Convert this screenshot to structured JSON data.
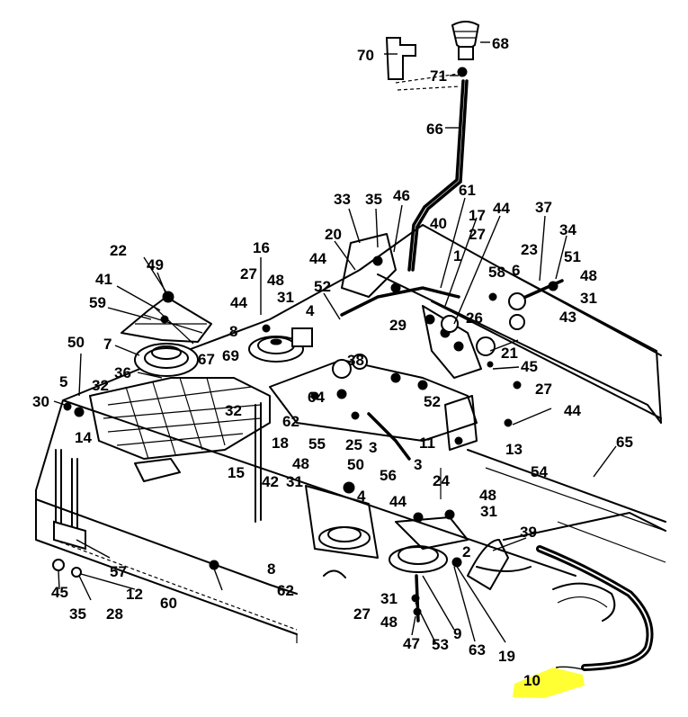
{
  "highlight_color": "#ffff33",
  "highlighted_callout": "10",
  "callouts": [
    "70",
    "68",
    "71",
    "66",
    "33",
    "35",
    "46",
    "61",
    "40",
    "17",
    "44",
    "37",
    "20",
    "27",
    "34",
    "16",
    "22",
    "49",
    "23",
    "51",
    "27",
    "48",
    "44",
    "52",
    "1",
    "58",
    "6",
    "48",
    "41",
    "31",
    "31",
    "59",
    "4",
    "29",
    "26",
    "43",
    "44",
    "8",
    "50",
    "7",
    "21",
    "67",
    "69",
    "38",
    "45",
    "5",
    "32",
    "36",
    "64",
    "52",
    "27",
    "30",
    "62",
    "32",
    "14",
    "18",
    "55",
    "25",
    "3",
    "11",
    "13",
    "44",
    "65",
    "50",
    "3",
    "24",
    "54",
    "15",
    "42",
    "56",
    "48",
    "48",
    "4",
    "31",
    "44",
    "31",
    "39",
    "57",
    "12",
    "45",
    "35",
    "28",
    "60",
    "8",
    "62",
    "27",
    "31",
    "48",
    "47",
    "53",
    "9",
    "63",
    "19",
    "2",
    "10"
  ]
}
